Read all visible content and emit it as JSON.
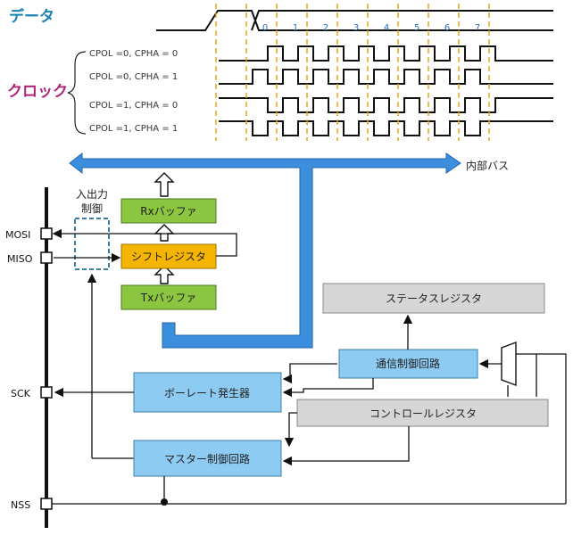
{
  "timing": {
    "data_label": "データ",
    "clock_label": "クロック",
    "modes": [
      "CPOL =0, CPHA = 0",
      "CPOL =0, CPHA = 1",
      "CPOL =1, CPHA = 0",
      "CPOL =1, CPHA = 1"
    ],
    "bits": [
      "0",
      "1",
      "2",
      "3",
      "4",
      "5",
      "6",
      "7"
    ]
  },
  "block": {
    "internal_bus": "内部バス",
    "io_control": "入出力\n制御",
    "rx_buffer": "Rxバッファ",
    "shift_register": "シフトレジスタ",
    "tx_buffer": "Txバッファ",
    "status_register": "ステータスレジスタ",
    "comm_control": "通信制御回路",
    "baud_generator": "ボーレート発生器",
    "control_register": "コントロールレジスタ",
    "master_control": "マスター制御回路",
    "pins": [
      "MOSI",
      "MISO",
      "SCK",
      "NSS"
    ]
  },
  "colors": {
    "bus": "#3b8fdc",
    "green_box": "#8cc640",
    "orange_box": "#f5b400",
    "blue_box": "#8ecbf2",
    "gray_box": "#d6d6d6",
    "dashed": "#e5a300"
  }
}
